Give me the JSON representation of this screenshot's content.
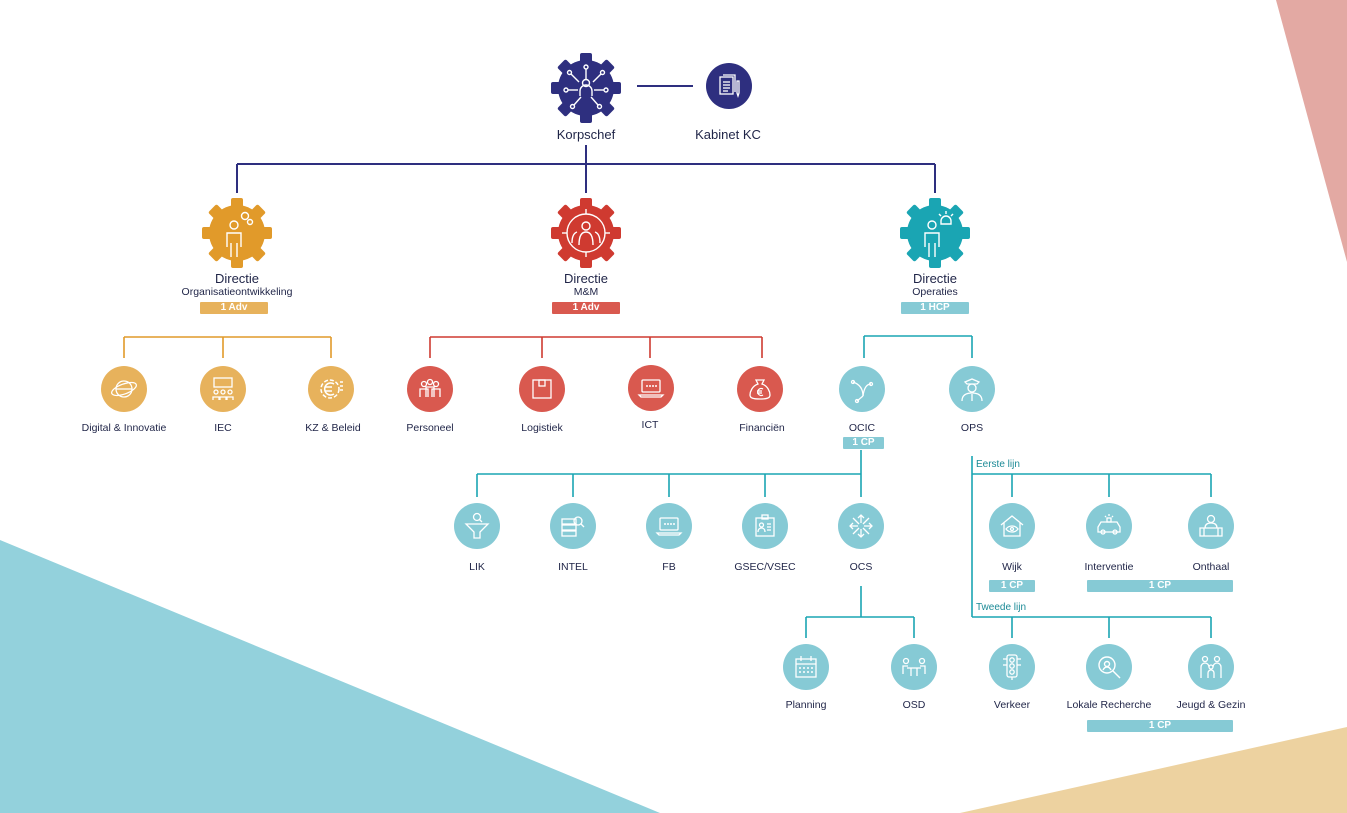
{
  "colors": {
    "navy": "#2e2f7f",
    "orange": "#e19a2a",
    "orange_light": "#e7b25c",
    "red": "#cf3a30",
    "red_light": "#d9594f",
    "teal": "#1aa5b3",
    "teal_light": "#86cad5",
    "bg_pink": "#e3a9a3",
    "bg_blue": "#93d1dc",
    "bg_sand": "#edd2a0"
  },
  "top": {
    "korpschef": {
      "label": "Korpschef",
      "icon": "network-person-icon"
    },
    "kabinet": {
      "label": "Kabinet KC",
      "icon": "document-pen-icon"
    }
  },
  "directies": {
    "org": {
      "title": "Directie",
      "subtitle": "Organisatieontwikkeling",
      "badge": "1 Adv",
      "icon": "person-gears-icon"
    },
    "mm": {
      "title": "Directie",
      "subtitle": "M&M",
      "badge": "1 Adv",
      "icon": "people-target-icon"
    },
    "ops": {
      "title": "Directie",
      "subtitle": "Operaties",
      "badge": "1 HCP",
      "icon": "person-alarm-icon"
    }
  },
  "org_units": [
    {
      "label": "Digital & Innovatie",
      "icon": "globe-orbit-icon"
    },
    {
      "label": "IEC",
      "icon": "team-board-icon"
    },
    {
      "label": "KZ & Beleid",
      "icon": "euro-gear-icon"
    }
  ],
  "mm_units": [
    {
      "label": "Personeel",
      "icon": "people-group-icon"
    },
    {
      "label": "Logistiek",
      "icon": "box-icon"
    },
    {
      "label": "ICT",
      "icon": "laptop-icon"
    },
    {
      "label": "Financiën",
      "icon": "money-bag-icon"
    }
  ],
  "ops_units": {
    "ocic": {
      "label": "OCIC",
      "badge": "1 CP",
      "icon": "network-arrows-icon"
    },
    "ops": {
      "label": "OPS",
      "icon": "police-officer-icon"
    }
  },
  "ocic_units": [
    {
      "label": "LIK",
      "icon": "funnel-search-icon"
    },
    {
      "label": "INTEL",
      "icon": "database-search-icon"
    },
    {
      "label": "FB",
      "icon": "laptop-icon"
    },
    {
      "label": "GSEC/VSEC",
      "icon": "id-card-icon"
    },
    {
      "label": "OCS",
      "icon": "arrows-out-icon"
    }
  ],
  "ocs_units": [
    {
      "label": "Planning",
      "icon": "calendar-icon"
    },
    {
      "label": "OSD",
      "icon": "meeting-table-icon"
    }
  ],
  "eerste_lijn": {
    "label": "Eerste lijn",
    "units": [
      {
        "label": "Wijk",
        "icon": "house-eye-icon"
      },
      {
        "label": "Interventie",
        "icon": "police-car-icon"
      },
      {
        "label": "Onthaal",
        "icon": "reception-desk-icon"
      }
    ],
    "badge_wijk": "1 CP",
    "badge_group": "1 CP"
  },
  "tweede_lijn": {
    "label": "Tweede lijn",
    "units": [
      {
        "label": "Verkeer",
        "icon": "traffic-light-icon"
      },
      {
        "label": "Lokale Recherche",
        "icon": "magnifier-icon"
      },
      {
        "label": "Jeugd & Gezin",
        "icon": "family-icon"
      }
    ],
    "badge_group": "1 CP"
  }
}
